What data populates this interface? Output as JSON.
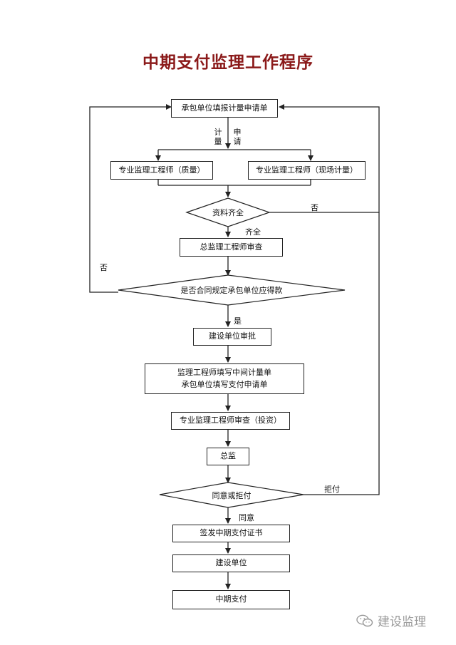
{
  "title": "中期支付监理工作程序",
  "nodes": {
    "contractor_apply": "承包单位填报计量申请单",
    "engineer_quality": "专业监理工程师（质量）",
    "engineer_measure": "专业监理工程师（现场计量）",
    "materials_complete": "资料齐全",
    "chief_review": "总监理工程师审查",
    "contract_check": "是否合同规定承包单位应得款",
    "owner_approve": "建设单位审批",
    "fill_line1": "监理工程师填写中间计量单",
    "fill_line2": "承包单位填写支付申请单",
    "engineer_invest": "专业监理工程师审查（投资）",
    "chief": "总监",
    "agree_or_refuse": "同意或拒付",
    "issue_cert": "签发中期支付证书",
    "owner": "建设单位",
    "interim_pay": "中期支付"
  },
  "labels": {
    "measure_char1": "计",
    "measure_char2": "量",
    "apply_char1": "申",
    "apply_char2": "请",
    "no_right": "否",
    "complete": "齐全",
    "no_left": "否",
    "yes": "是",
    "refuse": "拒付",
    "agree": "同意"
  },
  "watermark": {
    "text": "建设监理",
    "icon": "wechat-icon"
  },
  "colors": {
    "title": "#8b1a1a",
    "line": "#222222",
    "watermark": "#9a9a9a"
  }
}
